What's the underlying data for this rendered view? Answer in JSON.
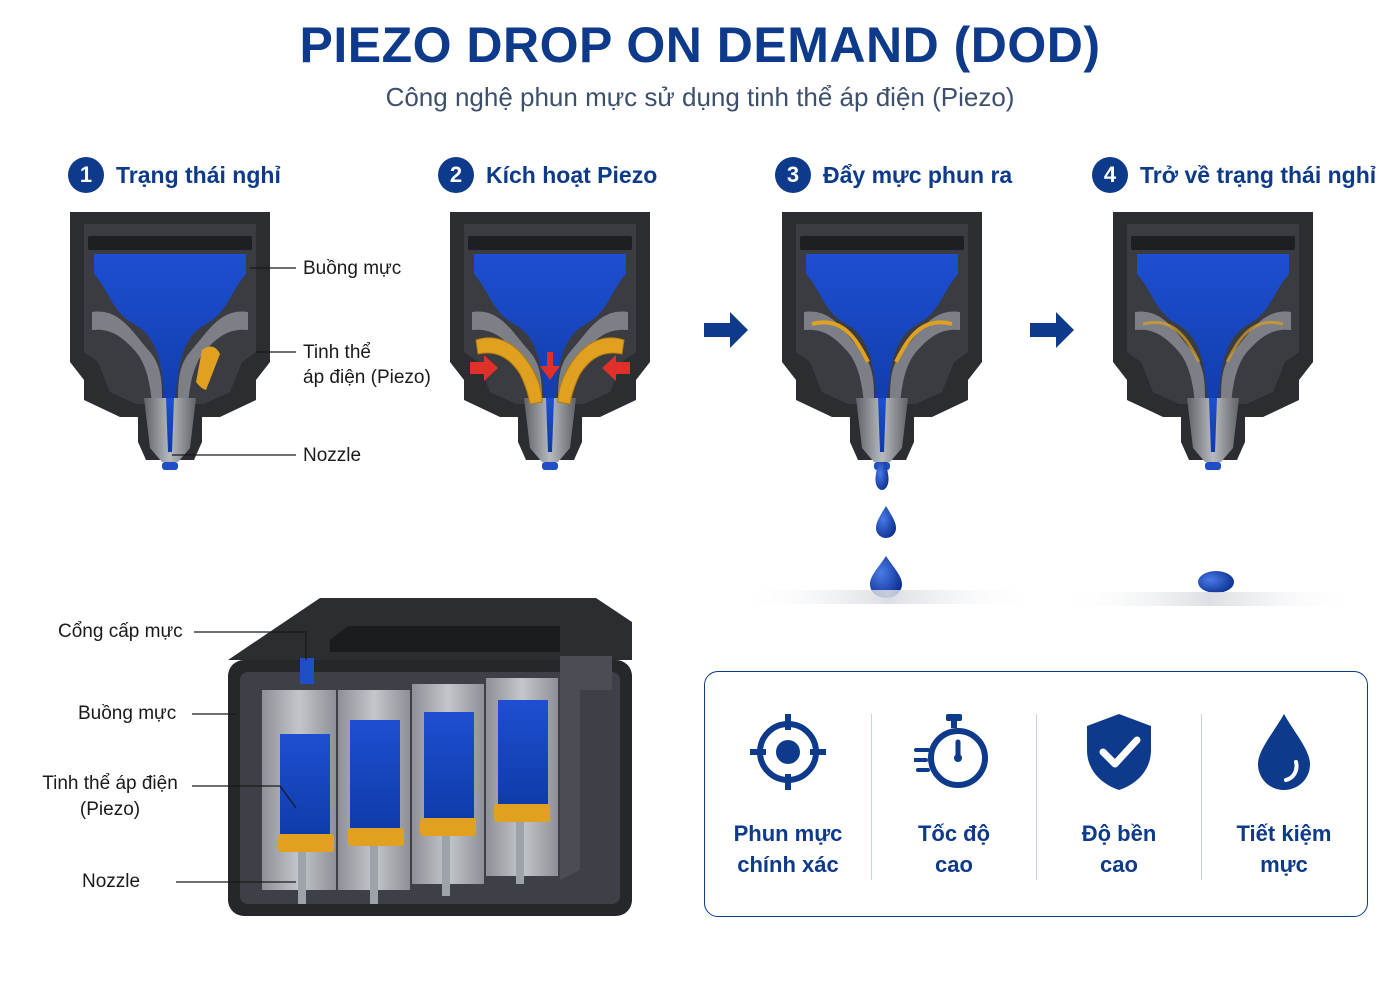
{
  "header": {
    "title": "PIEZO DROP ON DEMAND (DOD)",
    "subtitle": "Công nghệ phun mực sử dụng tinh thể áp điện (Piezo)"
  },
  "steps": [
    {
      "num": "1",
      "title": "Trạng thái nghỉ"
    },
    {
      "num": "2",
      "title": "Kích hoạt Piezo"
    },
    {
      "num": "3",
      "title": "Đẩy mực phun ra"
    },
    {
      "num": "4",
      "title": "Trở về trạng thái nghỉ"
    }
  ],
  "step1_labels": {
    "chamber": "Buồng mực",
    "piezo_line1": "Tinh thể",
    "piezo_line2": "áp điện (Piezo)",
    "nozzle": "Nozzle"
  },
  "cutaway_labels": {
    "inlet": "Cổng cấp mực",
    "chamber": "Buồng mực",
    "piezo_line1": "Tinh thể áp điện",
    "piezo_line2": "(Piezo)",
    "nozzle": "Nozzle"
  },
  "benefits": [
    {
      "icon": "target-icon",
      "line1": "Phun mực",
      "line2": "chính xác"
    },
    {
      "icon": "stopwatch-icon",
      "line1": "Tốc độ",
      "line2": "cao"
    },
    {
      "icon": "shield-check-icon",
      "line1": "Độ bền",
      "line2": "cao"
    },
    {
      "icon": "ink-drop-icon",
      "line1": "Tiết kiệm",
      "line2": "mực"
    }
  ],
  "colors": {
    "brand_navy": "#0d3a8a",
    "ink_blue": "#1e4fc4",
    "piezo_amber": "#e0a020",
    "housing_dark": "#2b2d31",
    "arrow_red": "#e0302a"
  }
}
